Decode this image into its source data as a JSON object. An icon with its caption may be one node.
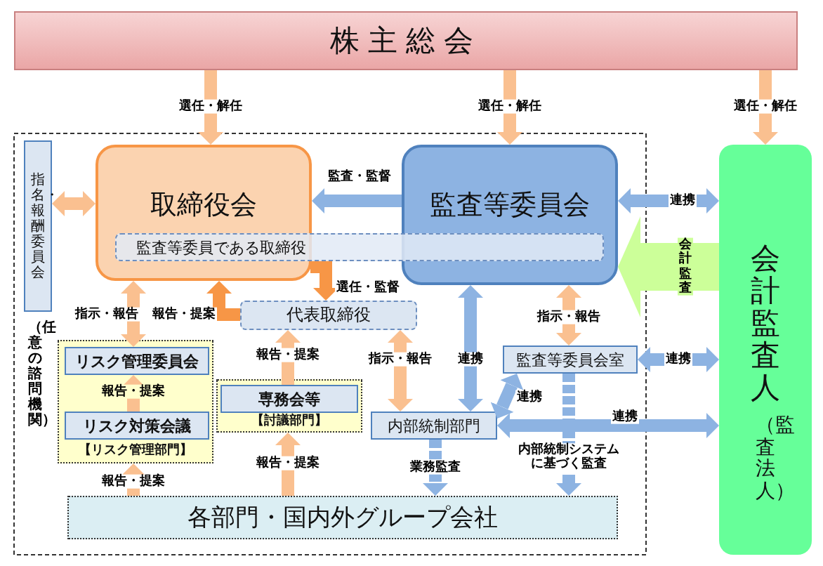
{
  "diagram": {
    "nodes": [
      {
        "text": [
          "株主総会"
        ]
      },
      {
        "text": [
          "取締役会"
        ]
      },
      {
        "text": [
          "監査等委員である取締役"
        ]
      },
      {
        "text": [
          "監査等委員会"
        ]
      },
      {
        "text": [
          "会計監査人",
          "（監査法人）"
        ]
      },
      {
        "text": [
          "指名・報酬委員会"
        ],
        "beside": [
          "（任意の諮問機関）"
        ]
      },
      {
        "text": [
          "代表取締役"
        ]
      },
      {
        "text": [
          "【リスク管理部門】"
        ]
      },
      {
        "text": [
          "リスク管理委員会"
        ],
        "in": 7
      },
      {
        "text": [
          "リスク対策会議"
        ],
        "in": 7
      },
      {
        "text": [
          "【討議部門】"
        ]
      },
      {
        "text": [
          "専務会等"
        ],
        "in": 10
      },
      {
        "text": [
          "内部統制部門"
        ]
      },
      {
        "text": [
          "監査等委員会室"
        ]
      },
      {
        "text": [
          "各部門・国内外グループ会社"
        ]
      }
    ],
    "edges": [
      {
        "from": 0,
        "to": 1,
        "arrow": "to",
        "label": "選任・解任"
      },
      {
        "from": 0,
        "to": 3,
        "arrow": "to",
        "label": "選任・解任"
      },
      {
        "from": 0,
        "to": 4,
        "arrow": "to",
        "label": "選任・解任"
      },
      {
        "from": 5,
        "to": 1,
        "arrow": "both"
      },
      {
        "from": 3,
        "to": 1,
        "arrow": "to",
        "label": "監査・監督",
        "color": "#8db3e2"
      },
      {
        "from": 3,
        "to": 4,
        "arrow": "both",
        "label": "連携",
        "color": "#8db3e2"
      },
      {
        "from": 4,
        "to": 3,
        "arrow": "to",
        "label": "会計監査",
        "style": "thick",
        "color": "#ccff99"
      },
      {
        "from": 1,
        "to": 6,
        "arrow": "to",
        "label": "選任・監督",
        "color": "#f79646"
      },
      {
        "from": 6,
        "to": 1,
        "arrow": "to",
        "label": "報告・提案",
        "color": "#f79646"
      },
      {
        "from": 1,
        "to": 8,
        "arrow": "both",
        "label": "指示・報告"
      },
      {
        "from": 9,
        "to": 8,
        "arrow": "to",
        "label": "報告・提案"
      },
      {
        "from": 14,
        "to": 7,
        "arrow": "to",
        "label": "報告・提案"
      },
      {
        "from": 11,
        "to": 6,
        "arrow": "to",
        "label": "報告・提案"
      },
      {
        "from": 14,
        "to": 10,
        "arrow": "to",
        "label": "報告・提案"
      },
      {
        "from": 6,
        "to": 12,
        "arrow": "both",
        "label": "指示・報告"
      },
      {
        "from": 3,
        "to": 12,
        "arrow": "both",
        "label": "連携",
        "color": "#8db3e2"
      },
      {
        "from": 3,
        "to": 13,
        "arrow": "both",
        "label": "指示・報告"
      },
      {
        "from": 13,
        "to": 4,
        "arrow": "both",
        "label": "連携",
        "color": "#8db3e2"
      },
      {
        "from": 13,
        "to": 12,
        "arrow": "both",
        "label": "連携",
        "color": "#8db3e2"
      },
      {
        "from": 12,
        "to": 4,
        "arrow": "both",
        "label": "連携",
        "color": "#8db3e2"
      },
      {
        "from": 12,
        "to": 14,
        "arrow": "to",
        "label": "業務監査",
        "style": "dashed",
        "color": "#8db3e2"
      },
      {
        "from": 13,
        "to": 14,
        "arrow": "to",
        "label": "内部統制システムに基づく監査",
        "style": "dashed",
        "color": "#8db3e2"
      }
    ]
  }
}
